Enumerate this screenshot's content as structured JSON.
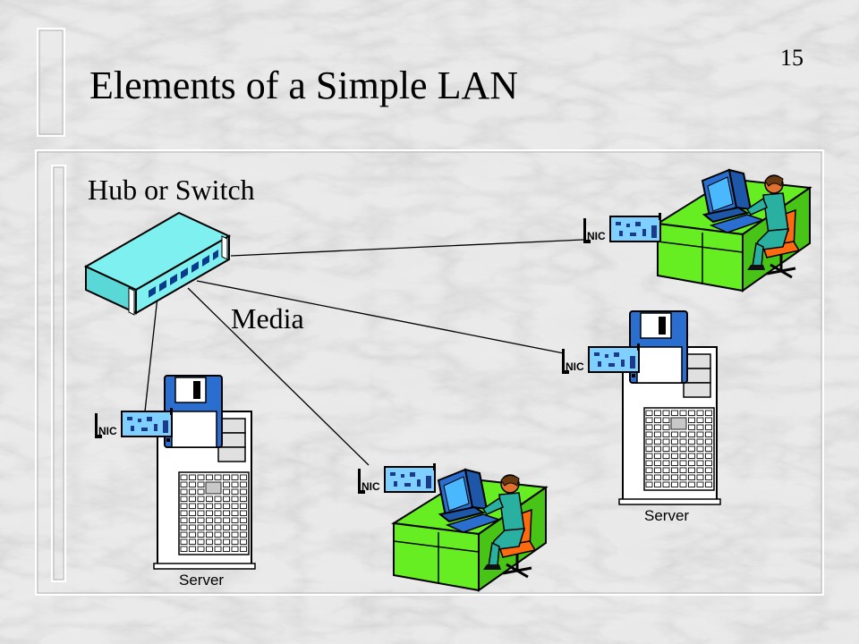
{
  "slide": {
    "title": "Elements of a Simple LAN",
    "page_number": "15"
  },
  "diagram": {
    "hub_label": "Hub or Switch",
    "media_label": "Media",
    "nic_label": "NIC",
    "server_label": "Server"
  },
  "colors": {
    "hub": "#7ff0f0",
    "desk": "#66ee22",
    "person": "#2ab0a0",
    "chair": "#ff6a10",
    "monitor": "#2a6fd0",
    "floppy": "#2a6fd0",
    "nic_card": "#7fd0ff"
  }
}
